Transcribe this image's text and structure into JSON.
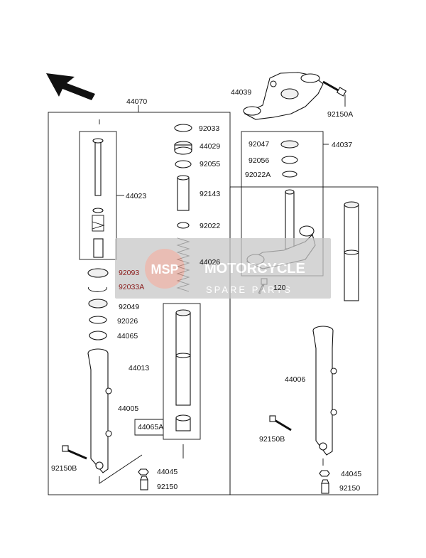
{
  "labels": {
    "l44070": "44070",
    "l44039": "44039",
    "l92150A": "92150A",
    "l92033": "92033",
    "l44029": "44029",
    "l92055": "92055",
    "l92143": "92143",
    "l92022": "92022",
    "l44026": "44026",
    "l44023": "44023",
    "l92093": "92093",
    "l92033A": "92033A",
    "l92049": "92049",
    "l92026": "92026",
    "l44065": "44065",
    "l44013": "44013",
    "l44005": "44005",
    "l44065A": "44065A",
    "l92150B_left": "92150B",
    "l44045_left": "44045",
    "l92150_left": "92150",
    "l92047": "92047",
    "l44037": "44037",
    "l92056": "92056",
    "l92022A": "92022A",
    "l120": "120",
    "l44006": "44006",
    "l92150B_right": "92150B",
    "l44045_right": "44045",
    "l92150_right": "92150"
  },
  "watermark": {
    "line1": "MOTORCYCLE",
    "line2": "SPARE PARTS",
    "logo_text": "MSP"
  },
  "colors": {
    "watermark_bg": "#c8c8c8",
    "watermark_logo": "#e8a090",
    "highlight_label": "#8a1a1a"
  },
  "icons": {
    "direction_arrow": "front-direction-arrow-icon"
  }
}
